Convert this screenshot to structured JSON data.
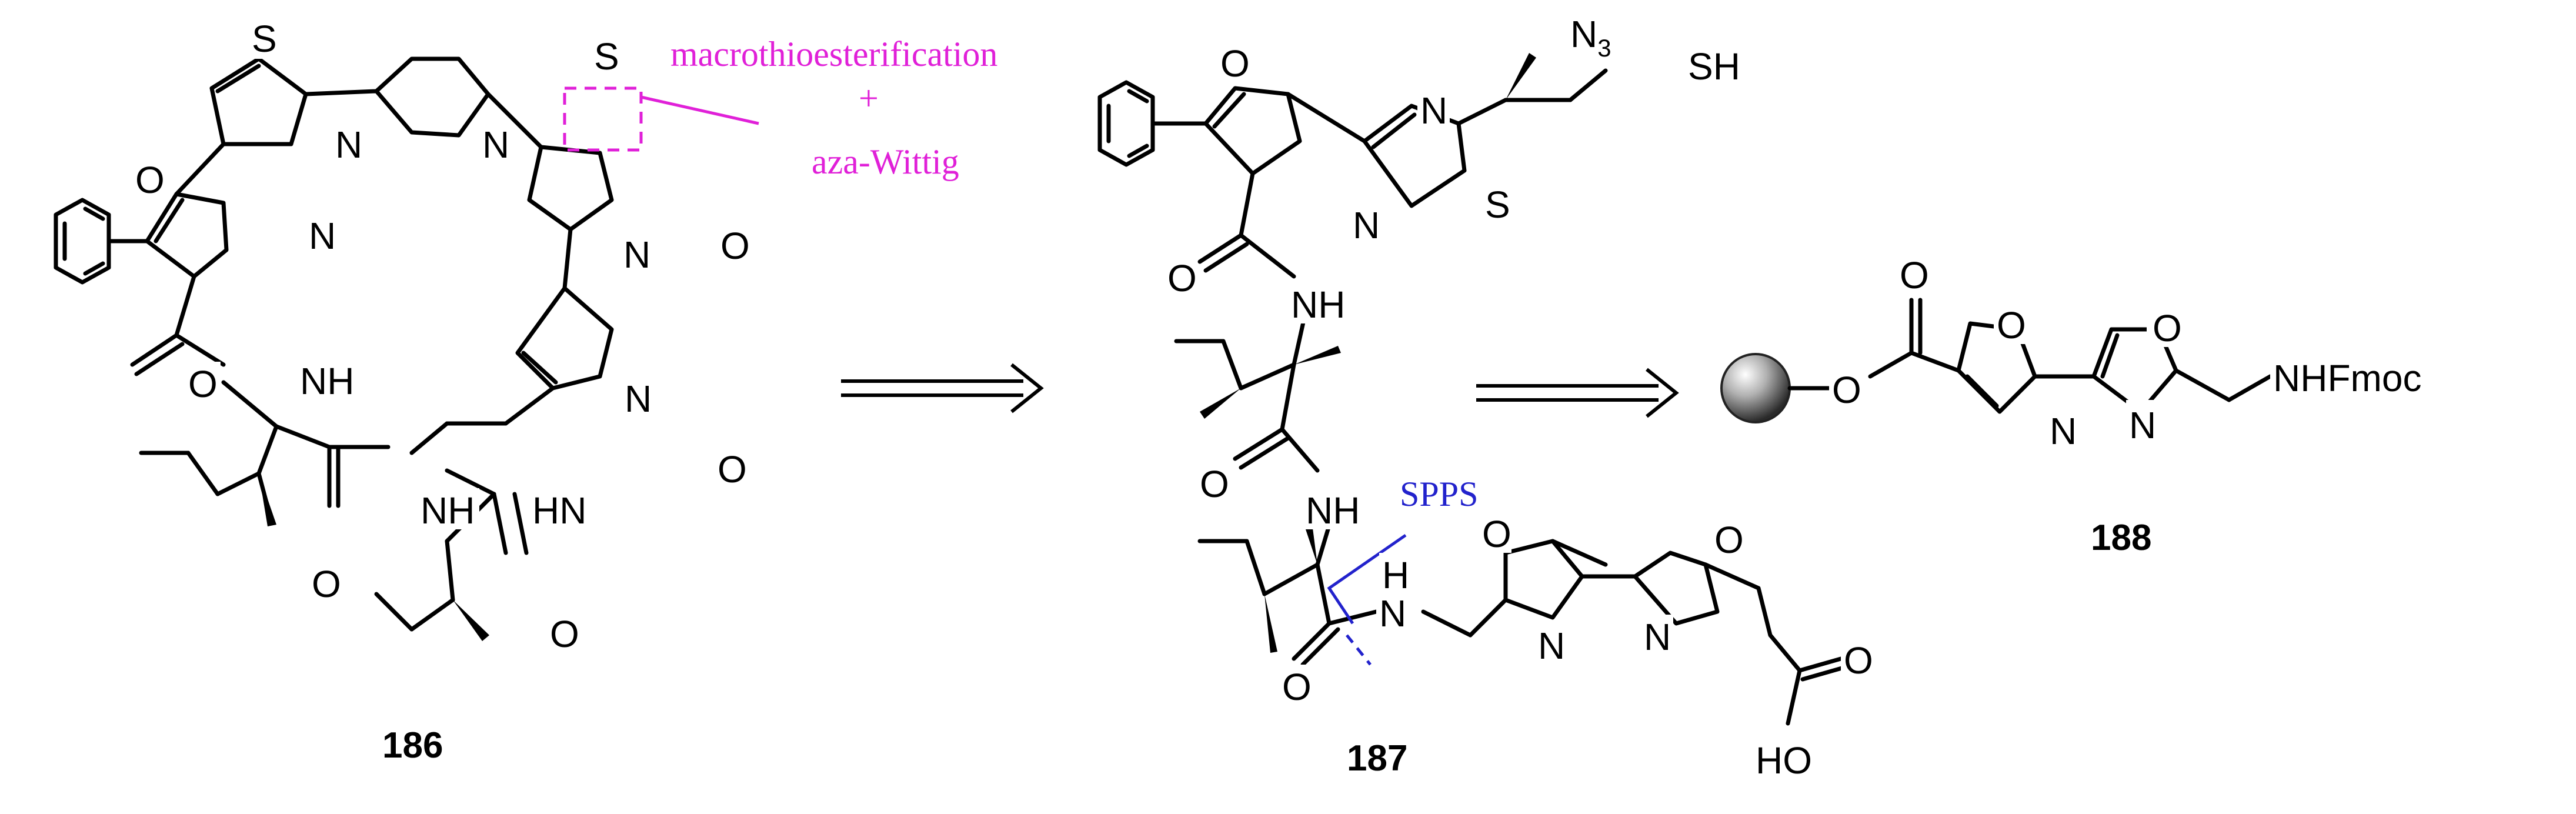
{
  "colors": {
    "annotation_magenta": "#e020d8",
    "annotation_blue": "#2222cc",
    "bond": "#000000",
    "resin_bead": "#8a8a8a"
  },
  "annotations": {
    "disconnection_1_line1": "macrothioesterification",
    "disconnection_1_plus": "+",
    "disconnection_1_line2": "aza-Wittig",
    "disconnection_2": "SPPS"
  },
  "compounds": {
    "c186": {
      "label": "186"
    },
    "c187": {
      "label": "187"
    },
    "c188": {
      "label": "188"
    }
  },
  "atoms": {
    "S": "S",
    "N": "N",
    "O": "O",
    "NH": "NH",
    "HN": "HN",
    "H": "H",
    "N3": "N",
    "N3_sub": "3",
    "SH": "SH",
    "HO": "HO",
    "NHFmoc": "NHFmoc"
  },
  "arrows": [
    "retrosynthesis-arrow-1",
    "retrosynthesis-arrow-2"
  ]
}
